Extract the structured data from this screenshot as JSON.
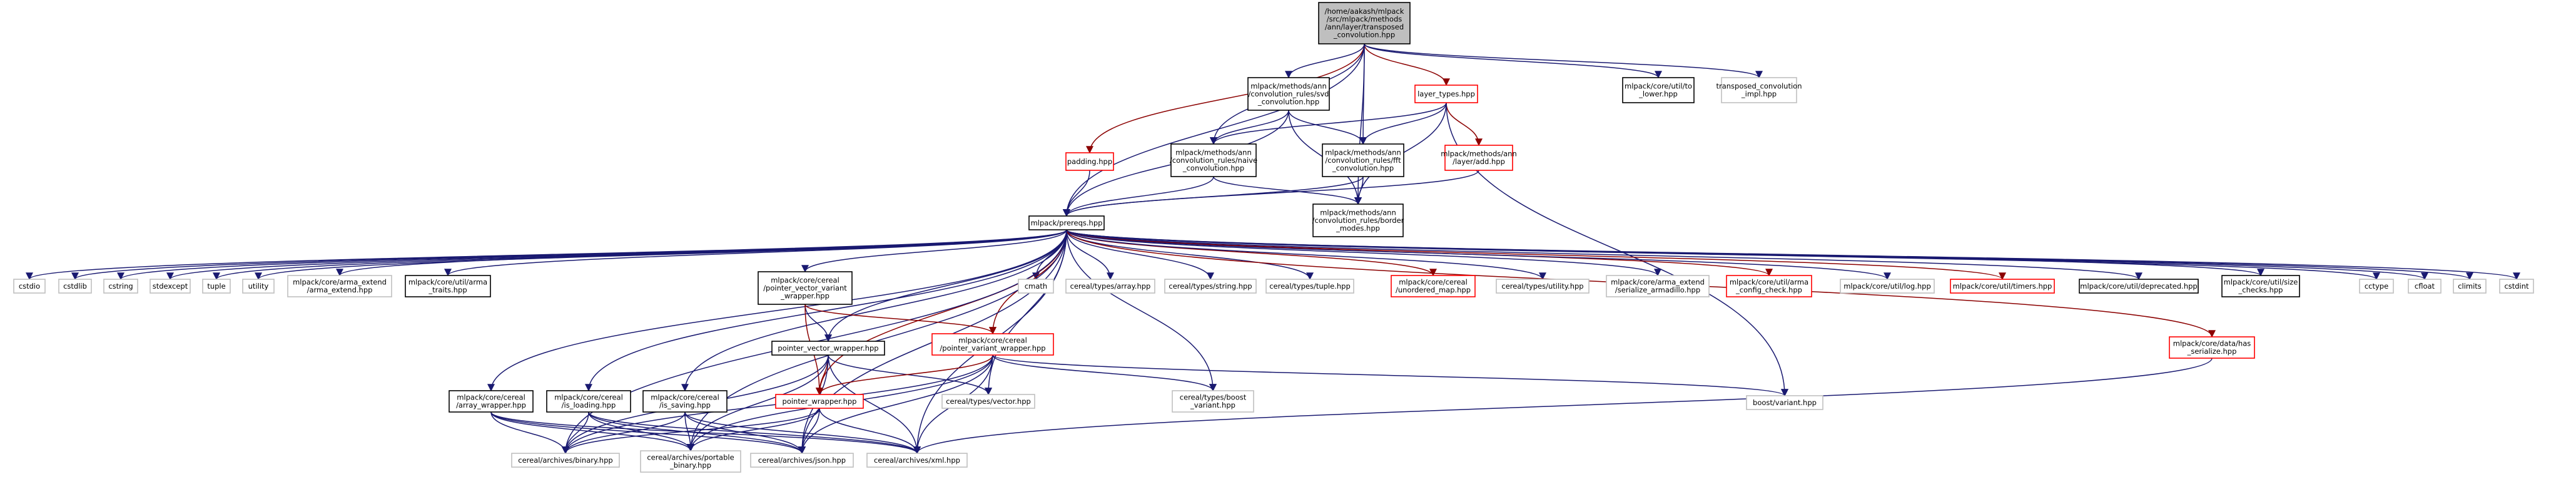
{
  "colors": {
    "background": "#ffffff",
    "root_fill": "#bfbfbf",
    "root_border": "#000000",
    "border_documented": "#000000",
    "border_undocumented": "#bfbfbf",
    "border_truncated": "#ff0000",
    "text": "#000000",
    "edge_navy": "#191970",
    "edge_dark_red": "#8b0000"
  },
  "nodes": [
    {
      "id": "root",
      "kind": "root",
      "lines": [
        "/home/aakash/mlpack",
        "/src/mlpack/methods",
        "/ann/layer/transposed",
        "_convolution.hpp"
      ]
    },
    {
      "id": "svd",
      "kind": "documented",
      "lines": [
        "mlpack/methods/ann",
        "/convolution_rules/svd",
        "_convolution.hpp"
      ]
    },
    {
      "id": "layer_types",
      "kind": "truncated",
      "lines": [
        "layer_types.hpp"
      ]
    },
    {
      "id": "to_lower",
      "kind": "documented",
      "lines": [
        "mlpack/core/util/to",
        "_lower.hpp"
      ]
    },
    {
      "id": "tconv_impl",
      "kind": "undocumented",
      "lines": [
        "transposed_convolution",
        "_impl.hpp"
      ]
    },
    {
      "id": "padding",
      "kind": "truncated",
      "lines": [
        "padding.hpp"
      ]
    },
    {
      "id": "naive",
      "kind": "documented",
      "lines": [
        "mlpack/methods/ann",
        "/convolution_rules/naive",
        "_convolution.hpp"
      ]
    },
    {
      "id": "fft",
      "kind": "documented",
      "lines": [
        "mlpack/methods/ann",
        "/convolution_rules/fft",
        "_convolution.hpp"
      ]
    },
    {
      "id": "layer_add",
      "kind": "truncated",
      "lines": [
        "mlpack/methods/ann",
        "/layer/add.hpp"
      ]
    },
    {
      "id": "prereqs",
      "kind": "documented",
      "lines": [
        "mlpack/prereqs.hpp"
      ]
    },
    {
      "id": "border",
      "kind": "documented",
      "lines": [
        "mlpack/methods/ann",
        "/convolution_rules/border",
        "_modes.hpp"
      ]
    },
    {
      "id": "cstdio",
      "kind": "undocumented",
      "lines": [
        "cstdio"
      ]
    },
    {
      "id": "cstdlib",
      "kind": "undocumented",
      "lines": [
        "cstdlib"
      ]
    },
    {
      "id": "cstring",
      "kind": "undocumented",
      "lines": [
        "cstring"
      ]
    },
    {
      "id": "stdexcept",
      "kind": "undocumented",
      "lines": [
        "stdexcept"
      ]
    },
    {
      "id": "tuple",
      "kind": "undocumented",
      "lines": [
        "tuple"
      ]
    },
    {
      "id": "utility",
      "kind": "undocumented",
      "lines": [
        "utility"
      ]
    },
    {
      "id": "arma_extend",
      "kind": "undocumented",
      "lines": [
        "mlpack/core/arma_extend",
        "/arma_extend.hpp"
      ]
    },
    {
      "id": "arma_traits",
      "kind": "documented",
      "lines": [
        "mlpack/core/util/arma",
        "_traits.hpp"
      ]
    },
    {
      "id": "pvvw",
      "kind": "documented",
      "lines": [
        "mlpack/core/cereal",
        "/pointer_vector_variant",
        "_wrapper.hpp"
      ]
    },
    {
      "id": "cmath",
      "kind": "undocumented",
      "lines": [
        "cmath"
      ]
    },
    {
      "id": "types_array",
      "kind": "undocumented",
      "lines": [
        "cereal/types/array.hpp"
      ]
    },
    {
      "id": "types_string",
      "kind": "undocumented",
      "lines": [
        "cereal/types/string.hpp"
      ]
    },
    {
      "id": "types_tuple",
      "kind": "undocumented",
      "lines": [
        "cereal/types/tuple.hpp"
      ]
    },
    {
      "id": "unordered_map",
      "kind": "truncated",
      "lines": [
        "mlpack/core/cereal",
        "/unordered_map.hpp"
      ]
    },
    {
      "id": "types_utility",
      "kind": "undocumented",
      "lines": [
        "cereal/types/utility.hpp"
      ]
    },
    {
      "id": "serialize_armadillo",
      "kind": "undocumented",
      "lines": [
        "mlpack/core/arma_extend",
        "/serialize_armadillo.hpp"
      ]
    },
    {
      "id": "arma_config",
      "kind": "truncated",
      "lines": [
        "mlpack/core/util/arma",
        "_config_check.hpp"
      ]
    },
    {
      "id": "log",
      "kind": "undocumented",
      "lines": [
        "mlpack/core/util/log.hpp"
      ]
    },
    {
      "id": "timers",
      "kind": "truncated",
      "lines": [
        "mlpack/core/util/timers.hpp"
      ]
    },
    {
      "id": "deprecated",
      "kind": "documented",
      "lines": [
        "mlpack/core/util/deprecated.hpp"
      ]
    },
    {
      "id": "size_checks",
      "kind": "documented",
      "lines": [
        "mlpack/core/util/size",
        "_checks.hpp"
      ]
    },
    {
      "id": "cctype",
      "kind": "undocumented",
      "lines": [
        "cctype"
      ]
    },
    {
      "id": "cfloat",
      "kind": "undocumented",
      "lines": [
        "cfloat"
      ]
    },
    {
      "id": "climits",
      "kind": "undocumented",
      "lines": [
        "climits"
      ]
    },
    {
      "id": "cstdint",
      "kind": "undocumented",
      "lines": [
        "cstdint"
      ]
    },
    {
      "id": "pvw",
      "kind": "documented",
      "lines": [
        "pointer_vector_wrapper.hpp"
      ]
    },
    {
      "id": "pv_wrapper",
      "kind": "truncated",
      "lines": [
        "mlpack/core/cereal",
        "/pointer_variant_wrapper.hpp"
      ]
    },
    {
      "id": "has_serialize",
      "kind": "truncated",
      "lines": [
        "mlpack/core/data/has",
        "_serialize.hpp"
      ]
    },
    {
      "id": "array_wrapper",
      "kind": "documented",
      "lines": [
        "mlpack/core/cereal",
        "/array_wrapper.hpp"
      ]
    },
    {
      "id": "is_loading",
      "kind": "documented",
      "lines": [
        "mlpack/core/cereal",
        "/is_loading.hpp"
      ]
    },
    {
      "id": "is_saving",
      "kind": "documented",
      "lines": [
        "mlpack/core/cereal",
        "/is_saving.hpp"
      ]
    },
    {
      "id": "pointer_wrapper",
      "kind": "truncated",
      "lines": [
        "pointer_wrapper.hpp"
      ]
    },
    {
      "id": "types_vector",
      "kind": "undocumented",
      "lines": [
        "cereal/types/vector.hpp"
      ]
    },
    {
      "id": "boost_variant_types",
      "kind": "undocumented",
      "lines": [
        "cereal/types/boost",
        "_variant.hpp"
      ]
    },
    {
      "id": "boost_variant",
      "kind": "undocumented",
      "lines": [
        "boost/variant.hpp"
      ]
    },
    {
      "id": "archives_binary",
      "kind": "undocumented",
      "lines": [
        "cereal/archives/binary.hpp"
      ]
    },
    {
      "id": "archives_portable",
      "kind": "undocumented",
      "lines": [
        "cereal/archives/portable",
        "_binary.hpp"
      ]
    },
    {
      "id": "archives_json",
      "kind": "undocumented",
      "lines": [
        "cereal/archives/json.hpp"
      ]
    },
    {
      "id": "archives_xml",
      "kind": "undocumented",
      "lines": [
        "cereal/archives/xml.hpp"
      ]
    }
  ],
  "edges": [
    {
      "from": "root",
      "to": "svd",
      "color": "navy"
    },
    {
      "from": "root",
      "to": "layer_types",
      "color": "dark_red"
    },
    {
      "from": "root",
      "to": "to_lower",
      "color": "navy"
    },
    {
      "from": "root",
      "to": "tconv_impl",
      "color": "navy"
    },
    {
      "from": "root",
      "to": "padding",
      "color": "dark_red"
    },
    {
      "from": "root",
      "to": "naive",
      "color": "navy"
    },
    {
      "from": "root",
      "to": "fft",
      "color": "navy"
    },
    {
      "from": "root",
      "to": "border",
      "color": "navy"
    },
    {
      "from": "root",
      "to": "prereqs",
      "color": "navy"
    },
    {
      "from": "svd",
      "to": "naive",
      "color": "navy"
    },
    {
      "from": "svd",
      "to": "fft",
      "color": "navy"
    },
    {
      "from": "svd",
      "to": "border",
      "color": "navy"
    },
    {
      "from": "svd",
      "to": "prereqs",
      "color": "navy"
    },
    {
      "from": "layer_types",
      "to": "naive",
      "color": "navy"
    },
    {
      "from": "layer_types",
      "to": "fft",
      "color": "navy"
    },
    {
      "from": "layer_types",
      "to": "layer_add",
      "color": "dark_red"
    },
    {
      "from": "layer_types",
      "to": "border",
      "color": "navy"
    },
    {
      "from": "layer_types",
      "to": "boost_variant",
      "color": "navy"
    },
    {
      "from": "padding",
      "to": "prereqs",
      "color": "navy"
    },
    {
      "from": "naive",
      "to": "prereqs",
      "color": "navy"
    },
    {
      "from": "naive",
      "to": "border",
      "color": "navy"
    },
    {
      "from": "fft",
      "to": "prereqs",
      "color": "navy"
    },
    {
      "from": "fft",
      "to": "border",
      "color": "navy"
    },
    {
      "from": "layer_add",
      "to": "prereqs",
      "color": "navy"
    },
    {
      "from": "prereqs",
      "to": "cstdio",
      "color": "navy"
    },
    {
      "from": "prereqs",
      "to": "cstdlib",
      "color": "navy"
    },
    {
      "from": "prereqs",
      "to": "cstring",
      "color": "navy"
    },
    {
      "from": "prereqs",
      "to": "stdexcept",
      "color": "navy"
    },
    {
      "from": "prereqs",
      "to": "tuple",
      "color": "navy"
    },
    {
      "from": "prereqs",
      "to": "utility",
      "color": "navy"
    },
    {
      "from": "prereqs",
      "to": "arma_extend",
      "color": "navy"
    },
    {
      "from": "prereqs",
      "to": "arma_traits",
      "color": "navy"
    },
    {
      "from": "prereqs",
      "to": "pvvw",
      "color": "navy"
    },
    {
      "from": "prereqs",
      "to": "cmath",
      "color": "navy"
    },
    {
      "from": "prereqs",
      "to": "types_array",
      "color": "navy"
    },
    {
      "from": "prereqs",
      "to": "types_string",
      "color": "navy"
    },
    {
      "from": "prereqs",
      "to": "types_tuple",
      "color": "navy"
    },
    {
      "from": "prereqs",
      "to": "unordered_map",
      "color": "dark_red"
    },
    {
      "from": "prereqs",
      "to": "types_utility",
      "color": "navy"
    },
    {
      "from": "prereqs",
      "to": "serialize_armadillo",
      "color": "navy"
    },
    {
      "from": "prereqs",
      "to": "arma_config",
      "color": "dark_red"
    },
    {
      "from": "prereqs",
      "to": "log",
      "color": "navy"
    },
    {
      "from": "prereqs",
      "to": "timers",
      "color": "dark_red"
    },
    {
      "from": "prereqs",
      "to": "deprecated",
      "color": "navy"
    },
    {
      "from": "prereqs",
      "to": "size_checks",
      "color": "navy"
    },
    {
      "from": "prereqs",
      "to": "cctype",
      "color": "navy"
    },
    {
      "from": "prereqs",
      "to": "cfloat",
      "color": "navy"
    },
    {
      "from": "prereqs",
      "to": "climits",
      "color": "navy"
    },
    {
      "from": "prereqs",
      "to": "cstdint",
      "color": "navy"
    },
    {
      "from": "prereqs",
      "to": "has_serialize",
      "color": "dark_red"
    },
    {
      "from": "prereqs",
      "to": "pvw",
      "color": "navy"
    },
    {
      "from": "prereqs",
      "to": "pv_wrapper",
      "color": "dark_red"
    },
    {
      "from": "prereqs",
      "to": "array_wrapper",
      "color": "navy"
    },
    {
      "from": "prereqs",
      "to": "is_loading",
      "color": "navy"
    },
    {
      "from": "prereqs",
      "to": "is_saving",
      "color": "navy"
    },
    {
      "from": "prereqs",
      "to": "pointer_wrapper",
      "color": "dark_red"
    },
    {
      "from": "prereqs",
      "to": "types_vector",
      "color": "navy"
    },
    {
      "from": "prereqs",
      "to": "boost_variant_types",
      "color": "navy"
    },
    {
      "from": "prereqs",
      "to": "archives_binary",
      "color": "navy"
    },
    {
      "from": "prereqs",
      "to": "archives_portable",
      "color": "navy"
    },
    {
      "from": "prereqs",
      "to": "archives_json",
      "color": "navy"
    },
    {
      "from": "prereqs",
      "to": "archives_xml",
      "color": "navy"
    },
    {
      "from": "pvvw",
      "to": "pvw",
      "color": "navy"
    },
    {
      "from": "pvvw",
      "to": "pv_wrapper",
      "color": "dark_red"
    },
    {
      "from": "pvvw",
      "to": "pointer_wrapper",
      "color": "dark_red"
    },
    {
      "from": "pvw",
      "to": "pointer_wrapper",
      "color": "dark_red"
    },
    {
      "from": "pvw",
      "to": "types_vector",
      "color": "navy"
    },
    {
      "from": "pvw",
      "to": "archives_binary",
      "color": "navy"
    },
    {
      "from": "pvw",
      "to": "archives_portable",
      "color": "navy"
    },
    {
      "from": "pvw",
      "to": "archives_json",
      "color": "navy"
    },
    {
      "from": "pvw",
      "to": "archives_xml",
      "color": "navy"
    },
    {
      "from": "pv_wrapper",
      "to": "pointer_wrapper",
      "color": "dark_red"
    },
    {
      "from": "pv_wrapper",
      "to": "boost_variant_types",
      "color": "navy"
    },
    {
      "from": "pv_wrapper",
      "to": "boost_variant",
      "color": "navy"
    },
    {
      "from": "pv_wrapper",
      "to": "archives_binary",
      "color": "navy"
    },
    {
      "from": "pv_wrapper",
      "to": "archives_portable",
      "color": "navy"
    },
    {
      "from": "pv_wrapper",
      "to": "archives_json",
      "color": "navy"
    },
    {
      "from": "pv_wrapper",
      "to": "archives_xml",
      "color": "navy"
    },
    {
      "from": "has_serialize",
      "to": "archives_xml",
      "color": "navy"
    },
    {
      "from": "array_wrapper",
      "to": "archives_binary",
      "color": "navy"
    },
    {
      "from": "array_wrapper",
      "to": "archives_portable",
      "color": "navy"
    },
    {
      "from": "array_wrapper",
      "to": "archives_json",
      "color": "navy"
    },
    {
      "from": "array_wrapper",
      "to": "archives_xml",
      "color": "navy"
    },
    {
      "from": "is_loading",
      "to": "archives_binary",
      "color": "navy"
    },
    {
      "from": "is_loading",
      "to": "archives_portable",
      "color": "navy"
    },
    {
      "from": "is_loading",
      "to": "archives_json",
      "color": "navy"
    },
    {
      "from": "is_loading",
      "to": "archives_xml",
      "color": "navy"
    },
    {
      "from": "is_saving",
      "to": "archives_binary",
      "color": "navy"
    },
    {
      "from": "is_saving",
      "to": "archives_portable",
      "color": "navy"
    },
    {
      "from": "is_saving",
      "to": "archives_json",
      "color": "navy"
    },
    {
      "from": "is_saving",
      "to": "archives_xml",
      "color": "navy"
    },
    {
      "from": "pointer_wrapper",
      "to": "archives_binary",
      "color": "navy"
    },
    {
      "from": "pointer_wrapper",
      "to": "archives_portable",
      "color": "navy"
    },
    {
      "from": "pointer_wrapper",
      "to": "archives_json",
      "color": "navy"
    },
    {
      "from": "pointer_wrapper",
      "to": "archives_xml",
      "color": "navy"
    }
  ]
}
